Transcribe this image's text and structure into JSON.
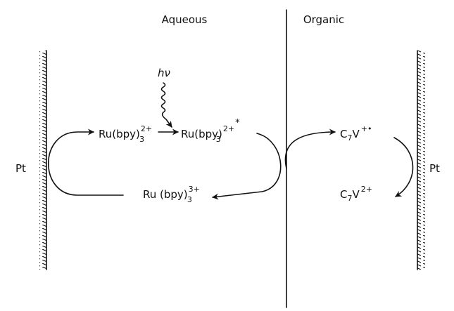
{
  "headers": {
    "left": "Aqueous",
    "right": "Organic"
  },
  "electrodes": {
    "left": "Pt",
    "right": "Pt"
  },
  "light": {
    "symbol": "hν"
  },
  "species": {
    "ru_ground": {
      "base": "Ru(bpy)",
      "sub": "3",
      "sup": "2+"
    },
    "ru_excited": {
      "base": "Ru(bpy)",
      "sub": "3",
      "sup": "2+",
      "star": "*"
    },
    "ru_oxidized": {
      "base": "Ru (bpy)",
      "sub": "3",
      "sup": "3+"
    },
    "viologen_radical": {
      "base": "C",
      "sub": "7",
      "base2": "V",
      "sup": "+•"
    },
    "viologen_dication": {
      "base": "C",
      "sub": "7",
      "base2": "V",
      "sup": "2+"
    }
  }
}
